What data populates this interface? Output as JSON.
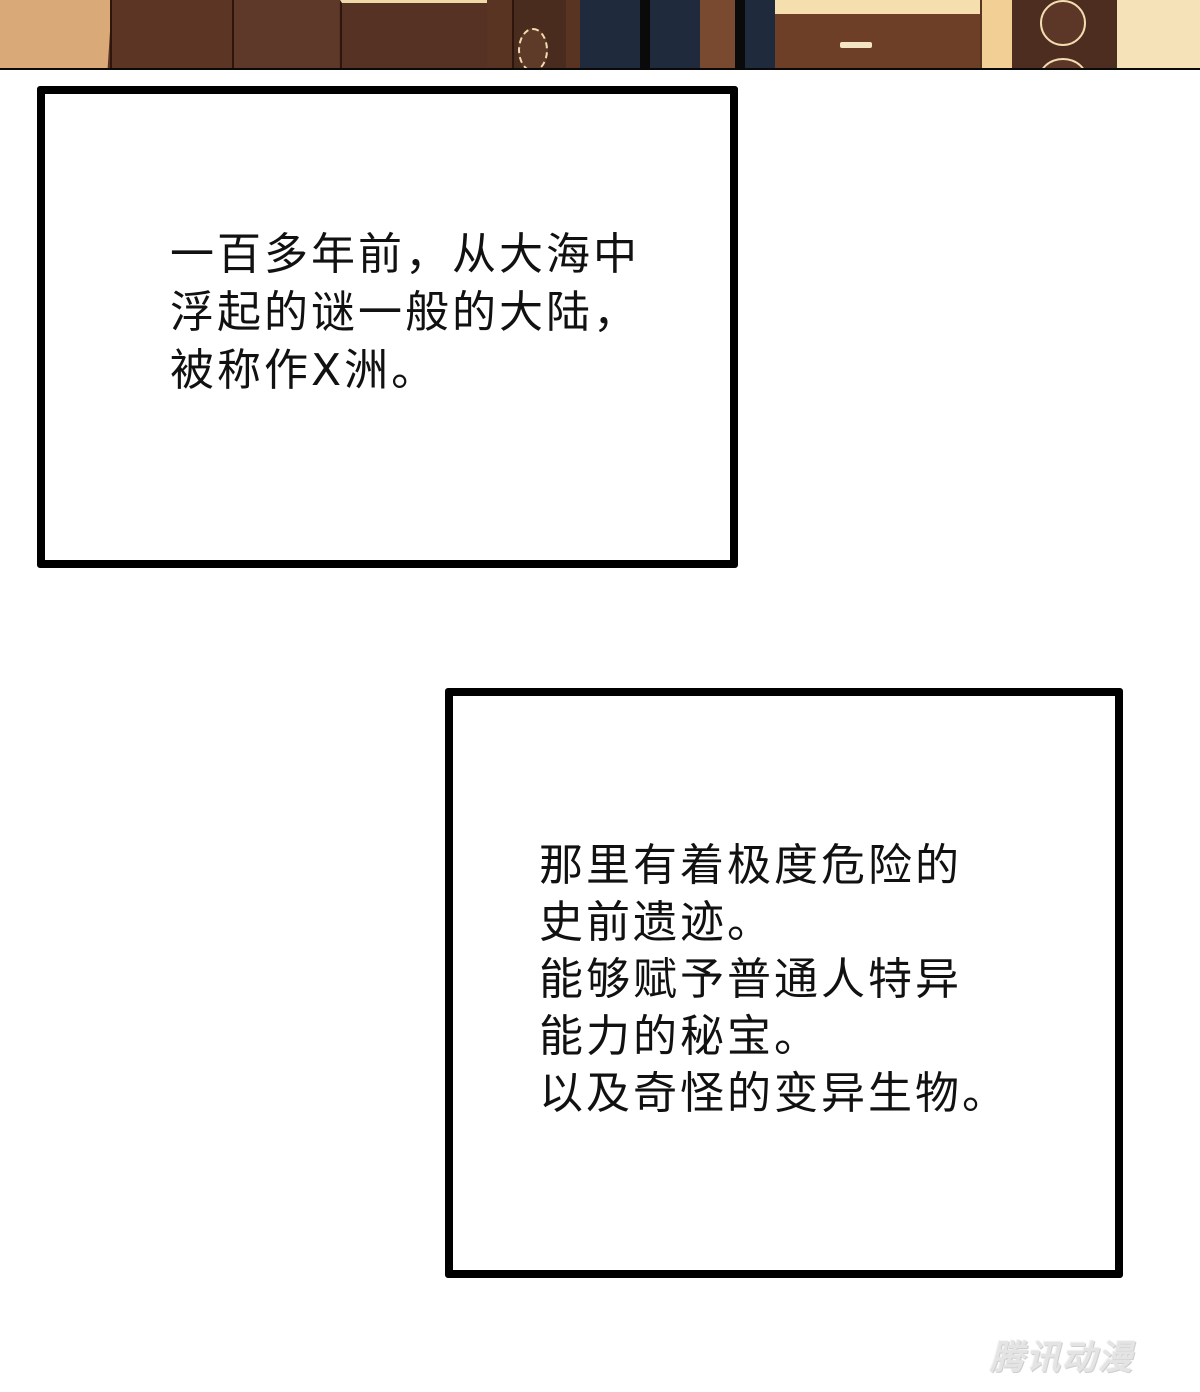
{
  "top_panel": {
    "description": "comic panel bottom edge: interior room with wooden cabinets, speakers, and dark-suited legs",
    "colors": {
      "floor": "#d9a977",
      "wood": "#5a3422",
      "suit": "#1f2a3d",
      "wall": "#f6e2b9",
      "border": "#0a0a0a"
    }
  },
  "captions": [
    {
      "lines": [
        "一百多年前，从大海中",
        "浮起的谜一般的大陆，",
        "被称作X洲。"
      ]
    },
    {
      "lines": [
        "那里有着极度危险的",
        "史前遗迹。",
        "能够赋予普通人特异",
        "能力的秘宝。",
        "以及奇怪的变异生物。"
      ]
    }
  ],
  "caption_text": {
    "box1": "一百多年前，从大海中\n浮起的谜一般的大陆，\n被称作X洲。",
    "box2": "那里有着极度危险的\n史前遗迹。\n能够赋予普通人特异\n能力的秘宝。\n以及奇怪的变异生物。"
  },
  "watermark": {
    "text": "腾讯动漫"
  }
}
